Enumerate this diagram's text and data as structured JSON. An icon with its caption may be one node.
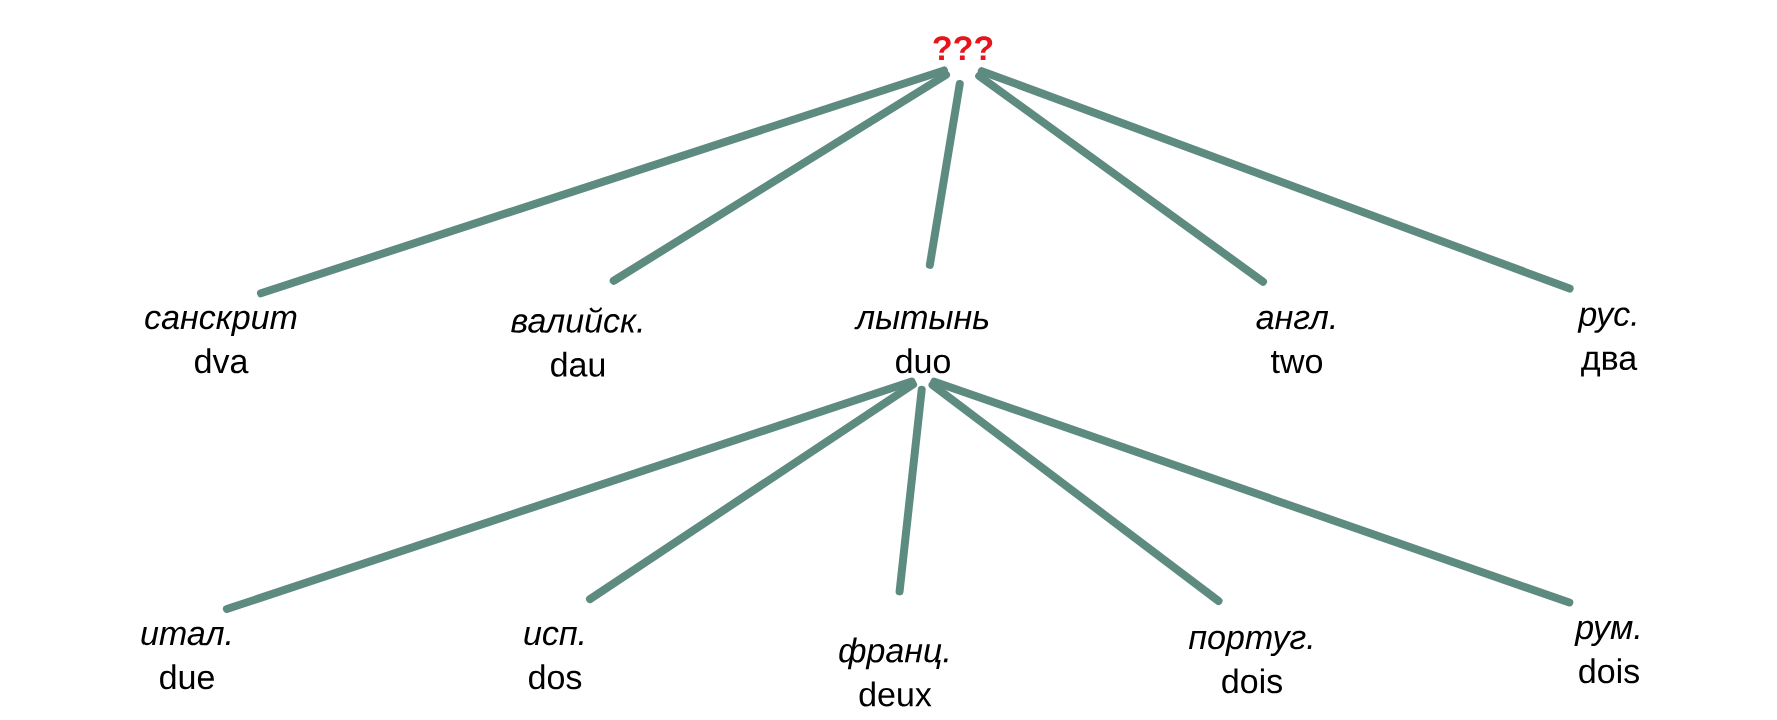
{
  "diagram": {
    "nodes": [
      {
        "text": [
          "???"
        ]
      },
      {
        "text": [
          "санскрит",
          "dva"
        ]
      },
      {
        "text": [
          "валийск.",
          "dau"
        ]
      },
      {
        "text": [
          "лытынь",
          "duo"
        ]
      },
      {
        "text": [
          "англ.",
          "two"
        ]
      },
      {
        "text": [
          "рус.",
          "два"
        ]
      },
      {
        "text": [
          "итал.",
          "due"
        ]
      },
      {
        "text": [
          "исп.",
          "dos"
        ]
      },
      {
        "text": [
          "франц.",
          "deux"
        ]
      },
      {
        "text": [
          "португ.",
          "dois"
        ]
      },
      {
        "text": [
          "рум.",
          "dois"
        ]
      }
    ],
    "edges": [
      {
        "from": 0,
        "to": 1,
        "arrow": "none"
      },
      {
        "from": 0,
        "to": 2,
        "arrow": "none"
      },
      {
        "from": 0,
        "to": 3,
        "arrow": "none"
      },
      {
        "from": 0,
        "to": 4,
        "arrow": "none"
      },
      {
        "from": 0,
        "to": 5,
        "arrow": "none"
      },
      {
        "from": 3,
        "to": 6,
        "arrow": "none"
      },
      {
        "from": 3,
        "to": 7,
        "arrow": "none"
      },
      {
        "from": 3,
        "to": 8,
        "arrow": "none"
      },
      {
        "from": 3,
        "to": 9,
        "arrow": "none"
      },
      {
        "from": 3,
        "to": 10,
        "arrow": "none"
      }
    ]
  }
}
